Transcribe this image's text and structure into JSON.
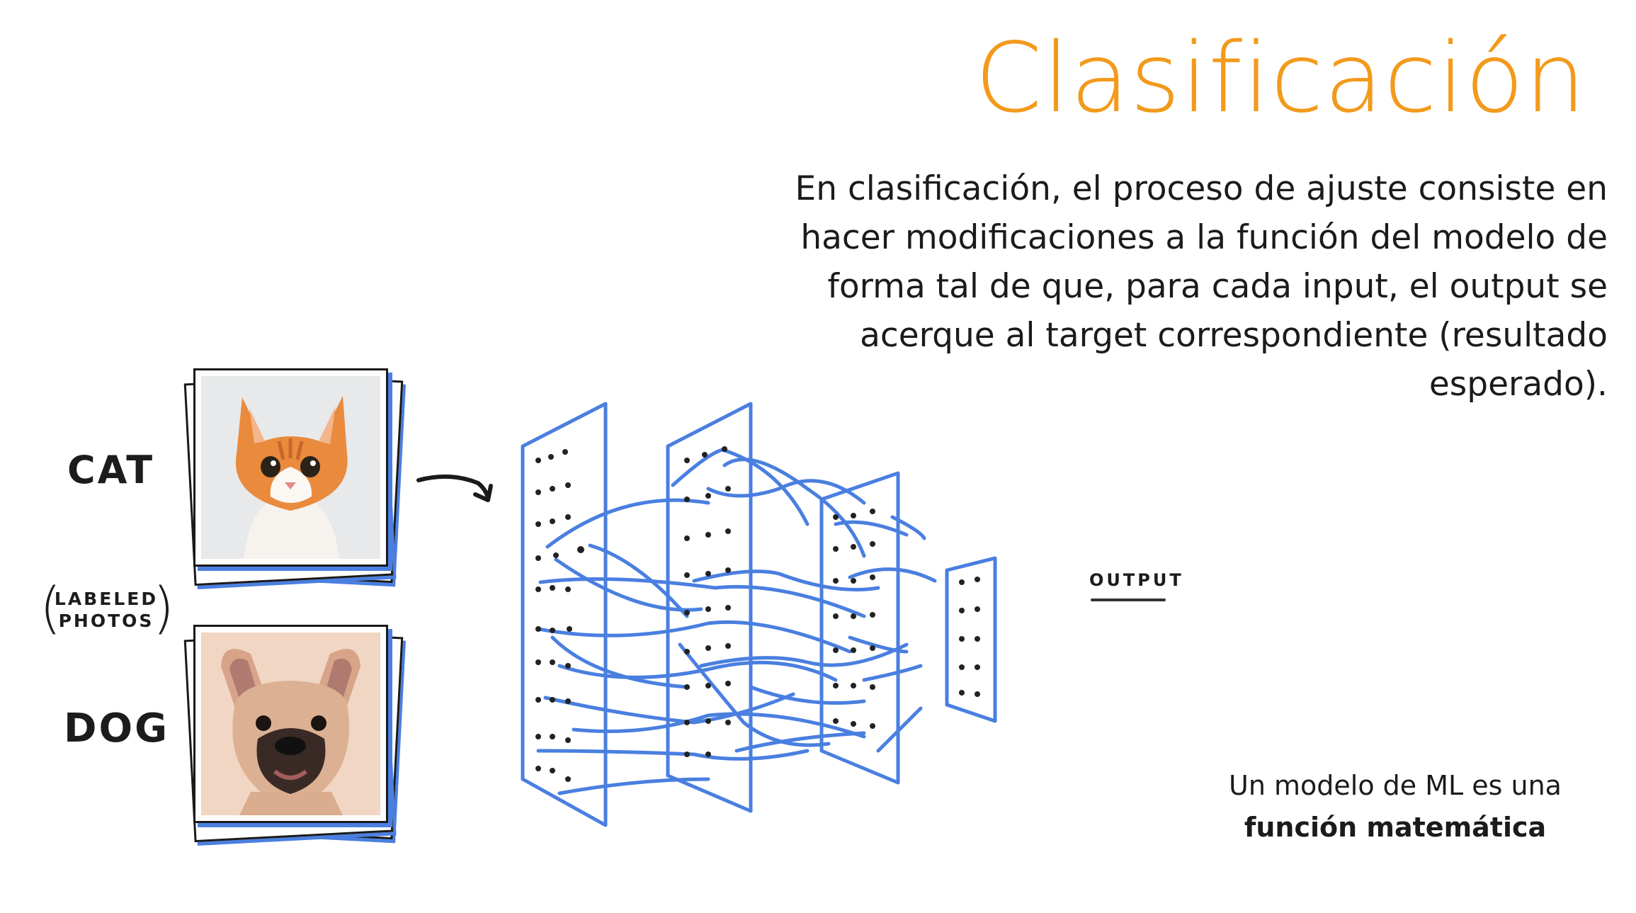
{
  "title": "Clasificación",
  "body_text": "En clasificación, el proceso de ajuste consiste en hacer modificaciones a la función del modelo de forma tal de que, para cada input, el output se acerque al target correspondiente (resultado esperado).",
  "note": {
    "prefix": "Un modelo de ML es una",
    "bold": "función matemática"
  },
  "labels": {
    "cat": "CAT",
    "dog": "DOG",
    "labeled_photos_line1": "LABELED",
    "labeled_photos_line2": "PHOTOS",
    "output": "OUTPUT"
  },
  "colors": {
    "title": "#f29a1c",
    "network_lines": "#4a7fe0"
  },
  "icons": [
    "cat-photo-icon",
    "dog-photo-icon",
    "arrow-icon",
    "neural-network-icon"
  ]
}
